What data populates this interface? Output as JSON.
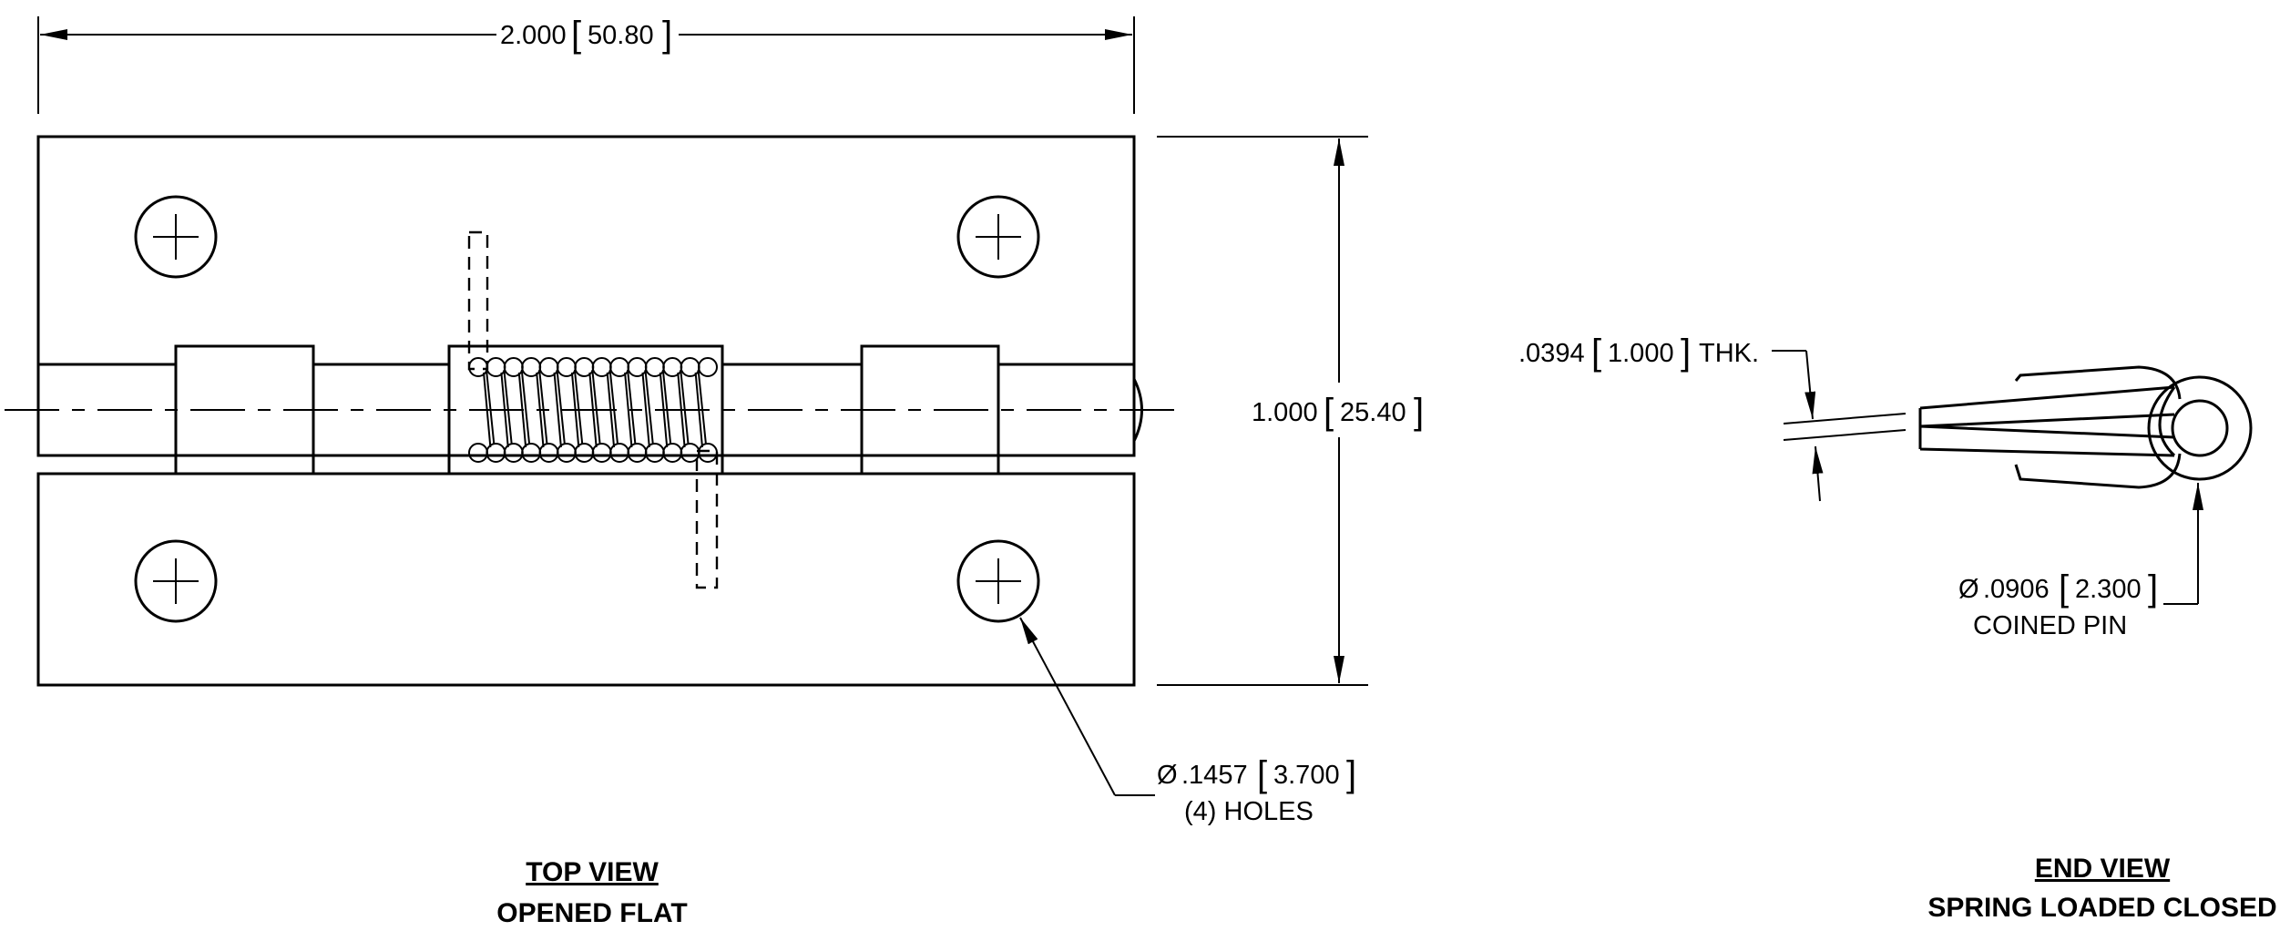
{
  "dimensions": {
    "width": {
      "inch": "2.000",
      "mm": "50.80"
    },
    "height": {
      "inch": "1.000",
      "mm": "25.40"
    },
    "thickness": {
      "inch": ".0394",
      "mm": "1.000",
      "suffix": "THK."
    },
    "holes": {
      "symbol": "Ø",
      "inch": ".1457",
      "mm": "3.700",
      "note": "(4) HOLES"
    },
    "pin": {
      "symbol": "Ø",
      "inch": ".0906",
      "mm": "2.300",
      "note": "COINED PIN"
    }
  },
  "views": {
    "top": {
      "title": "TOP VIEW",
      "subtitle": "OPENED FLAT"
    },
    "end": {
      "title": "END VIEW",
      "subtitle": "SPRING LOADED CLOSED"
    }
  }
}
